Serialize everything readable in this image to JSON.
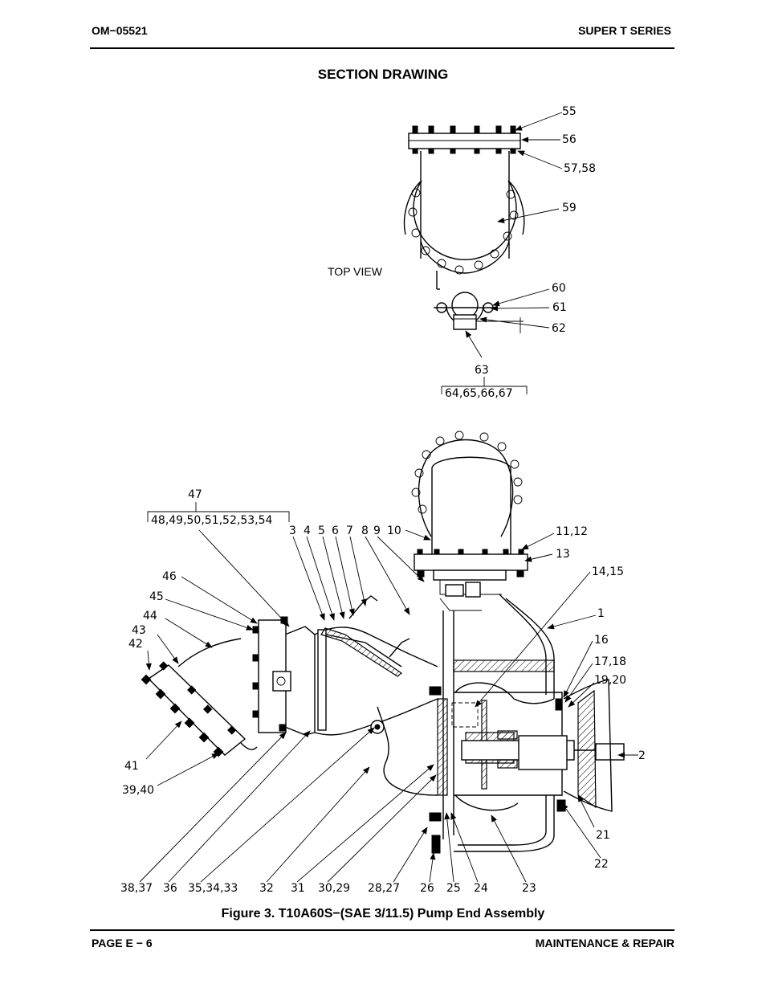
{
  "header": {
    "doc_number": "OM−05521",
    "series": "SUPER T SERIES"
  },
  "section_title": "SECTION DRAWING",
  "top_view_label": "TOP VIEW",
  "callouts_top": {
    "c55": "55",
    "c56": "56",
    "c5758": "57,58",
    "c59": "59",
    "c60": "60",
    "c61": "61",
    "c62": "62",
    "c63": "63",
    "c64_67": "64,65,66,67"
  },
  "callouts_main": {
    "c47": "47",
    "c48_54": "48,49,50,51,52,53,54",
    "c3": "3",
    "c4": "4",
    "c5": "5",
    "c6": "6",
    "c7": "7",
    "c8": "8",
    "c9": "9",
    "c10": "10",
    "c1112": "11,12",
    "c13": "13",
    "c1415": "14,15",
    "c1": "1",
    "c16": "16",
    "c1718": "17,18",
    "c1920": "19,20",
    "c2": "2",
    "c21": "21",
    "c22": "22",
    "c46": "46",
    "c45": "45",
    "c44": "44",
    "c43": "43",
    "c42": "42",
    "c41": "41",
    "c3940": "39,40",
    "c3837": "38,37",
    "c36": "36",
    "c353433": "35,34,33",
    "c32": "32",
    "c31": "31",
    "c3029": "30,29",
    "c2827": "28,27",
    "c26": "26",
    "c25": "25",
    "c24": "24",
    "c23": "23"
  },
  "figure_caption": "Figure 3.  T10A60S−(SAE 3/11.5) Pump End Assembly",
  "footer": {
    "page": "PAGE E − 6",
    "section": "MAINTENANCE & REPAIR"
  }
}
